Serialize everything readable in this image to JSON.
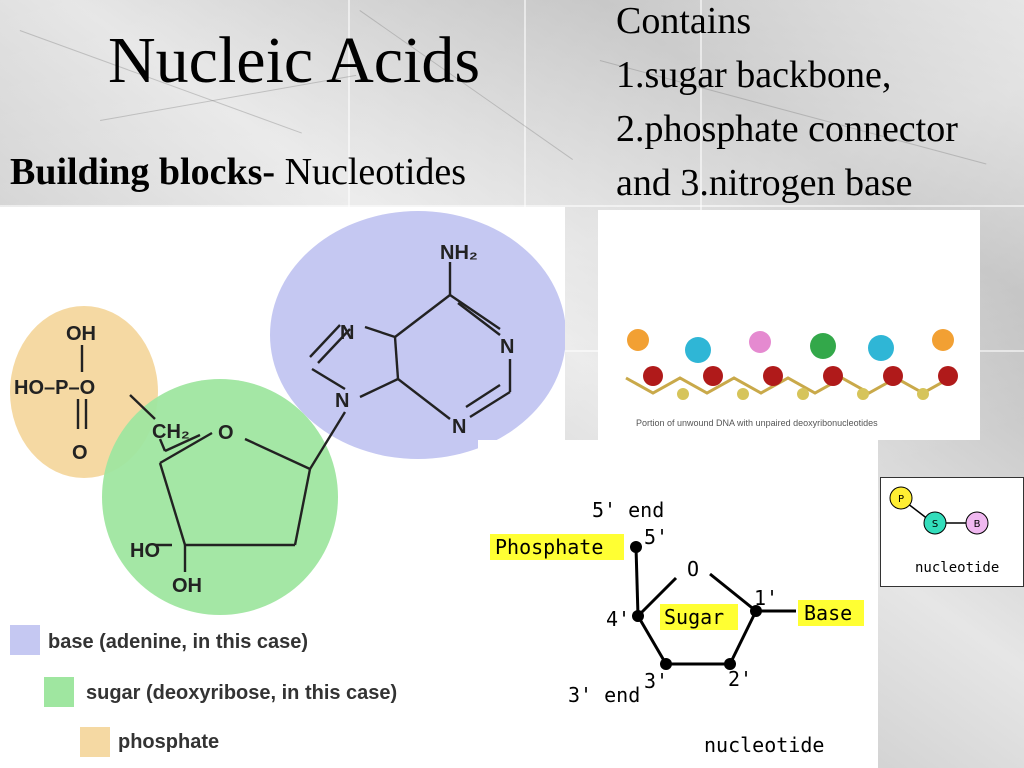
{
  "title": "Nucleic Acids",
  "building_blocks": {
    "label": "Building blocks-",
    "value": "Nucleotides"
  },
  "contains": {
    "heading": "Contains",
    "items": [
      "1.sugar backbone,",
      "2.phosphate connector",
      " and 3.nitrogen base"
    ]
  },
  "adenine_diagram": {
    "atoms": {
      "nh2": "NH₂",
      "n1": "N",
      "n2": "N",
      "n3": "N",
      "n4": "N",
      "oh_top": "OH",
      "ho_p": "HO–P–O",
      "o_double": "O",
      "ch2": "CH₂",
      "o_ring": "O",
      "ho": "HO",
      "oh_bottom": "OH"
    },
    "legend": [
      {
        "label": "base (adenine, in this case)",
        "color": "#c5c8f2"
      },
      {
        "label": "sugar (deoxyribose, in this case)",
        "color": "#9fe6a0"
      },
      {
        "label": "phosphate",
        "color": "#f5d9a3"
      }
    ]
  },
  "strand_image": {
    "caption": "Portion of unwound DNA with unpaired deoxyribonucleotides",
    "bead_colors": [
      "#f2a033",
      "#2fb6d6",
      "#e58ad0",
      "#33a84a",
      "#2fb6d6",
      "#f2a033"
    ]
  },
  "sugar_diagram": {
    "five_end": "5' end",
    "five_prime": "5'",
    "phosphate": "Phosphate",
    "o": "O",
    "one_prime": "1'",
    "base": "Base",
    "four_prime": "4'",
    "sugar": "Sugar",
    "three_prime": "3'",
    "two_prime": "2'",
    "three_end": "3' end",
    "caption": "nucleotide",
    "highlight": "#ffff33"
  },
  "mini_diagram": {
    "p": "P",
    "s": "S",
    "b": "B",
    "caption": "nucleotide",
    "p_color": "#ffee33",
    "s_color": "#33ddbb",
    "b_color": "#f0b8f0"
  }
}
